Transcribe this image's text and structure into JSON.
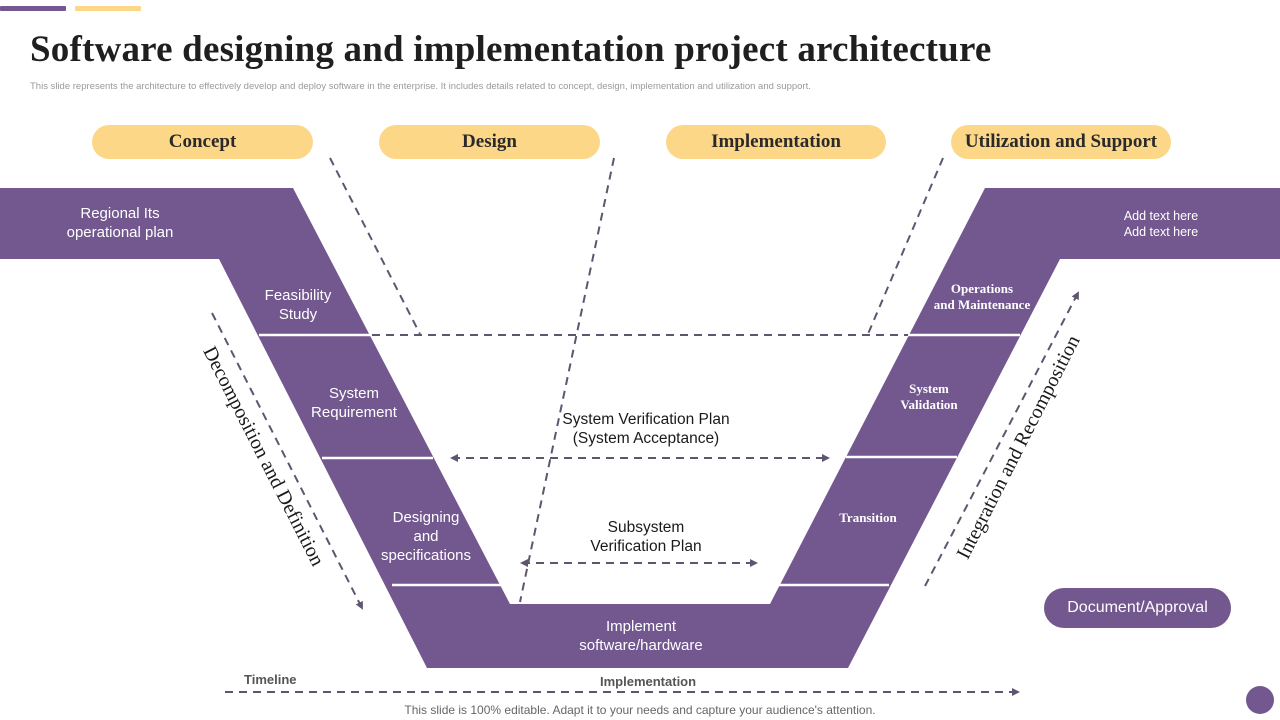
{
  "colors": {
    "purple": "#73578f",
    "yellow": "#fdd788",
    "dash": "#5f5570"
  },
  "header": {
    "title": "Software designing and implementation project architecture",
    "subtitle": "This slide represents the architecture to effectively develop and deploy software in the enterprise. It includes details related to concept, design, implementation  and utilization and support."
  },
  "phases": [
    {
      "label": "Concept"
    },
    {
      "label": "Design"
    },
    {
      "label": "Implementation"
    },
    {
      "label": "Utilization and Support"
    }
  ],
  "left_arm": {
    "top_band": {
      "line1": "Regional Its",
      "line2": "operational plan"
    },
    "stages": [
      {
        "line1": "Feasibility",
        "line2": "Study"
      },
      {
        "line1": "System",
        "line2": "Requirement"
      },
      {
        "line1": "Designing",
        "line2": "and",
        "line3": "specifications"
      }
    ]
  },
  "bottom": {
    "line1": "Implement",
    "line2": "software/hardware"
  },
  "right_arm": {
    "top_band": {
      "line1": "Add text here",
      "line2": "Add text here"
    },
    "stages": [
      {
        "line1": "Operations",
        "line2": "and Maintenance"
      },
      {
        "line1": "System",
        "line2": "Validation"
      },
      {
        "line1": "Transition"
      }
    ]
  },
  "verification": {
    "system": {
      "line1": "System Verification Plan",
      "line2": "(System Acceptance)"
    },
    "subsystem": {
      "line1": "Subsystem",
      "line2": "Verification Plan"
    }
  },
  "side_labels": {
    "left": "Decomposition and Definition",
    "right": "Integration and Recomposition"
  },
  "timeline": {
    "label": "Timeline",
    "center_label": "Implementation"
  },
  "document_button": {
    "label": "Document/Approval"
  },
  "footer": {
    "text": "This slide is 100% editable. Adapt it to your needs and capture your audience's attention."
  }
}
